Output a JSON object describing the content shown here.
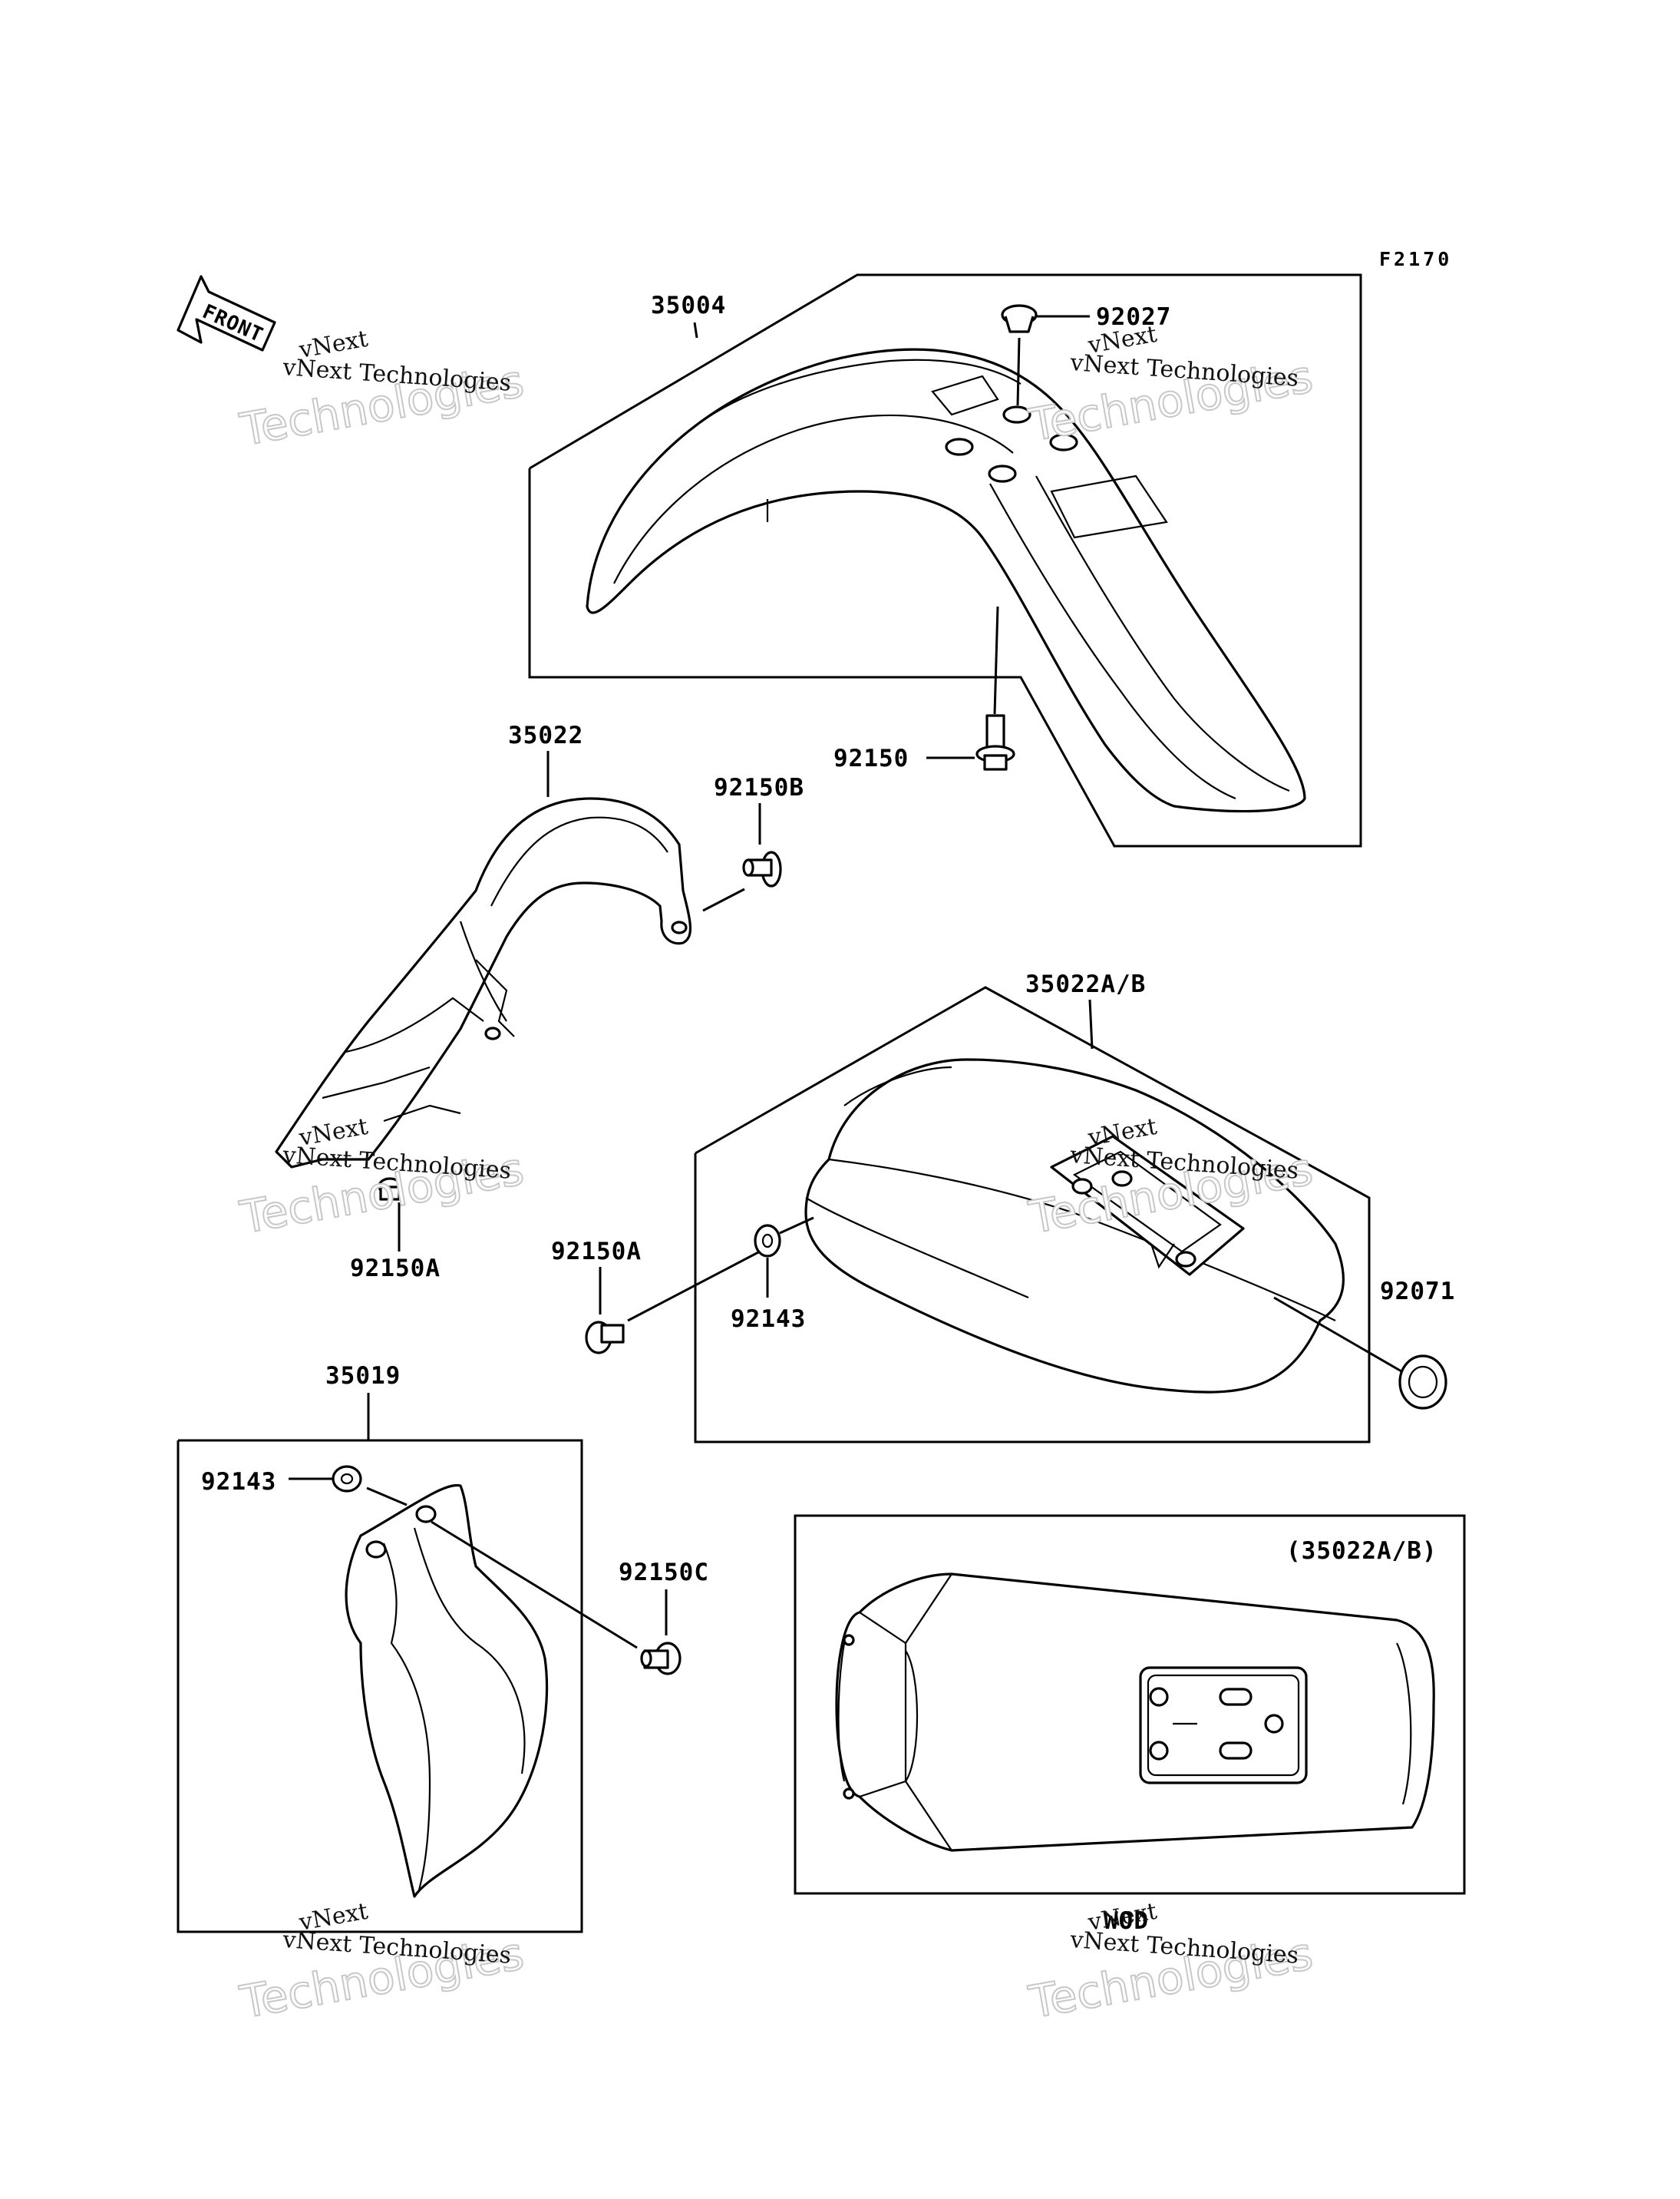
{
  "figure_id": "F2170",
  "front_arrow_label": "FRONT",
  "part_labels": {
    "p35004": "35004",
    "p92027": "92027",
    "p92150": "92150",
    "p35022": "35022",
    "p92150B": "92150B",
    "p35022AB": "35022A/B",
    "p92150A_left": "92150A",
    "p92150A_mid": "92150A",
    "p92143_mid": "92143",
    "p92071": "92071",
    "p35019": "35019",
    "p92143_left": "92143",
    "p92150C": "92150C"
  },
  "inset": {
    "label": "(35022A/B)",
    "caption": "WOD"
  },
  "watermark": {
    "line1": "vNext Technologies",
    "line2": "Technologies",
    "line3": "vNext"
  }
}
